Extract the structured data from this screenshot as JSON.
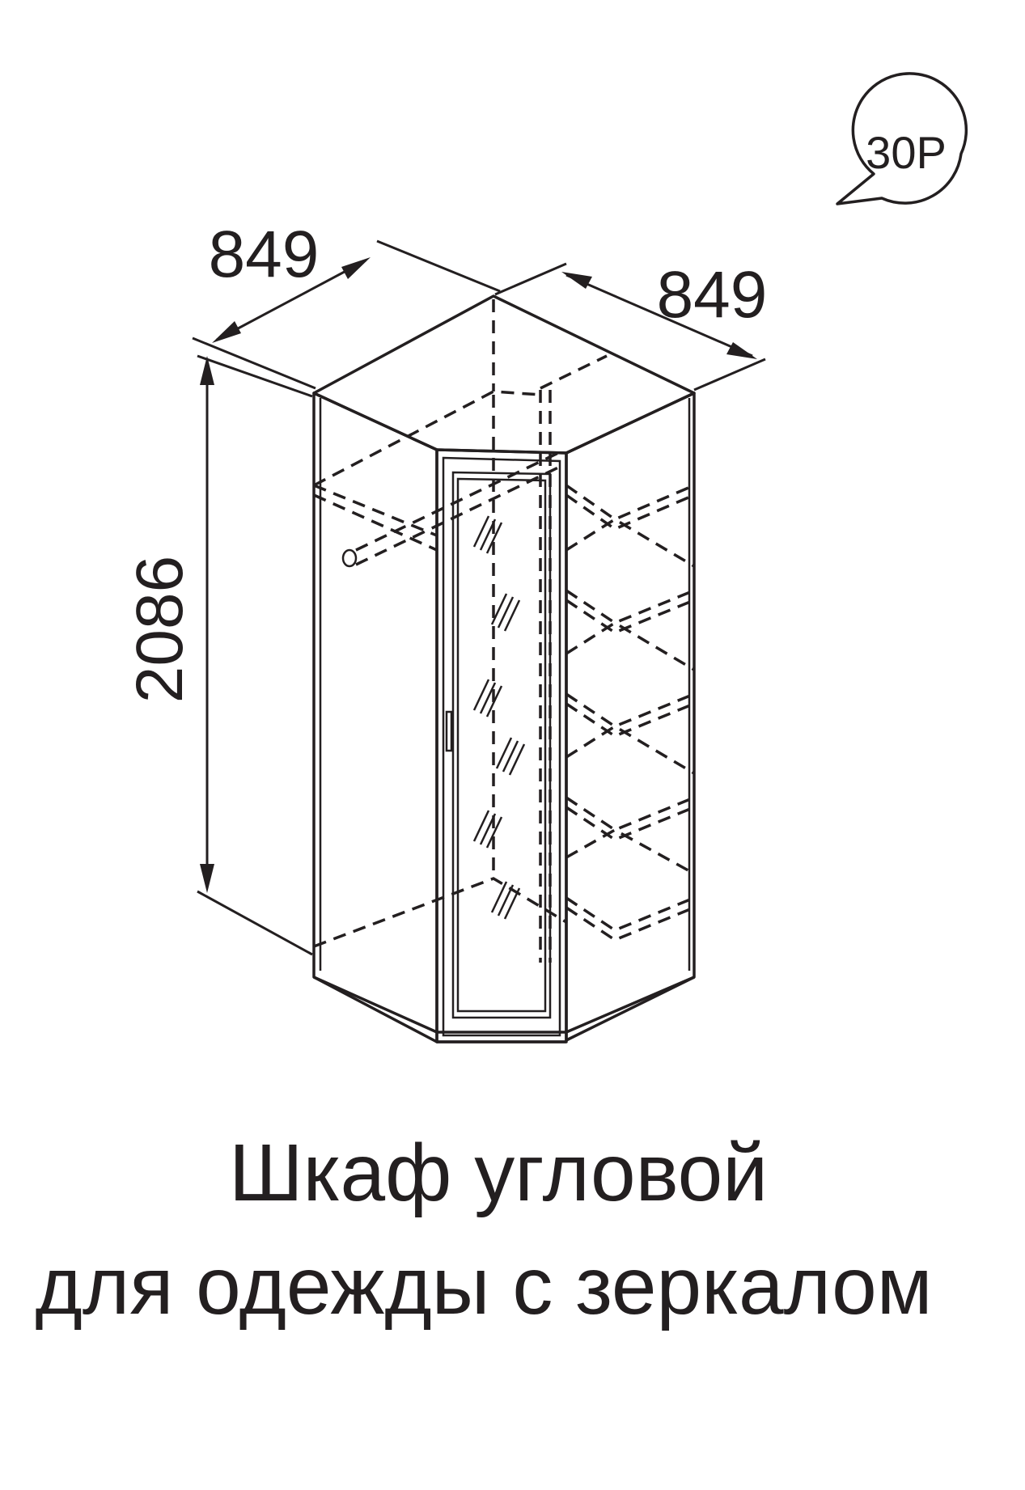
{
  "badge": {
    "label": "30Р"
  },
  "dimensions": {
    "width_left": "849",
    "width_right": "849",
    "height": "2086"
  },
  "title": {
    "line1": "Шкаф угловой",
    "line2": "для одежды с зеркалом"
  }
}
